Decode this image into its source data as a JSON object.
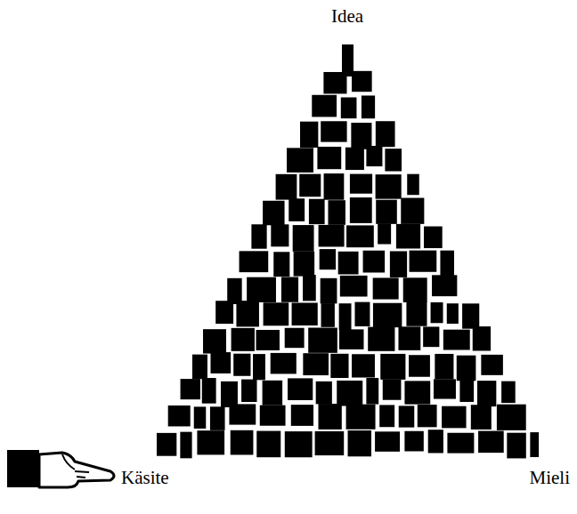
{
  "diagram": {
    "labels": [
      "Idea",
      "Käsite",
      "Mieli"
    ]
  }
}
